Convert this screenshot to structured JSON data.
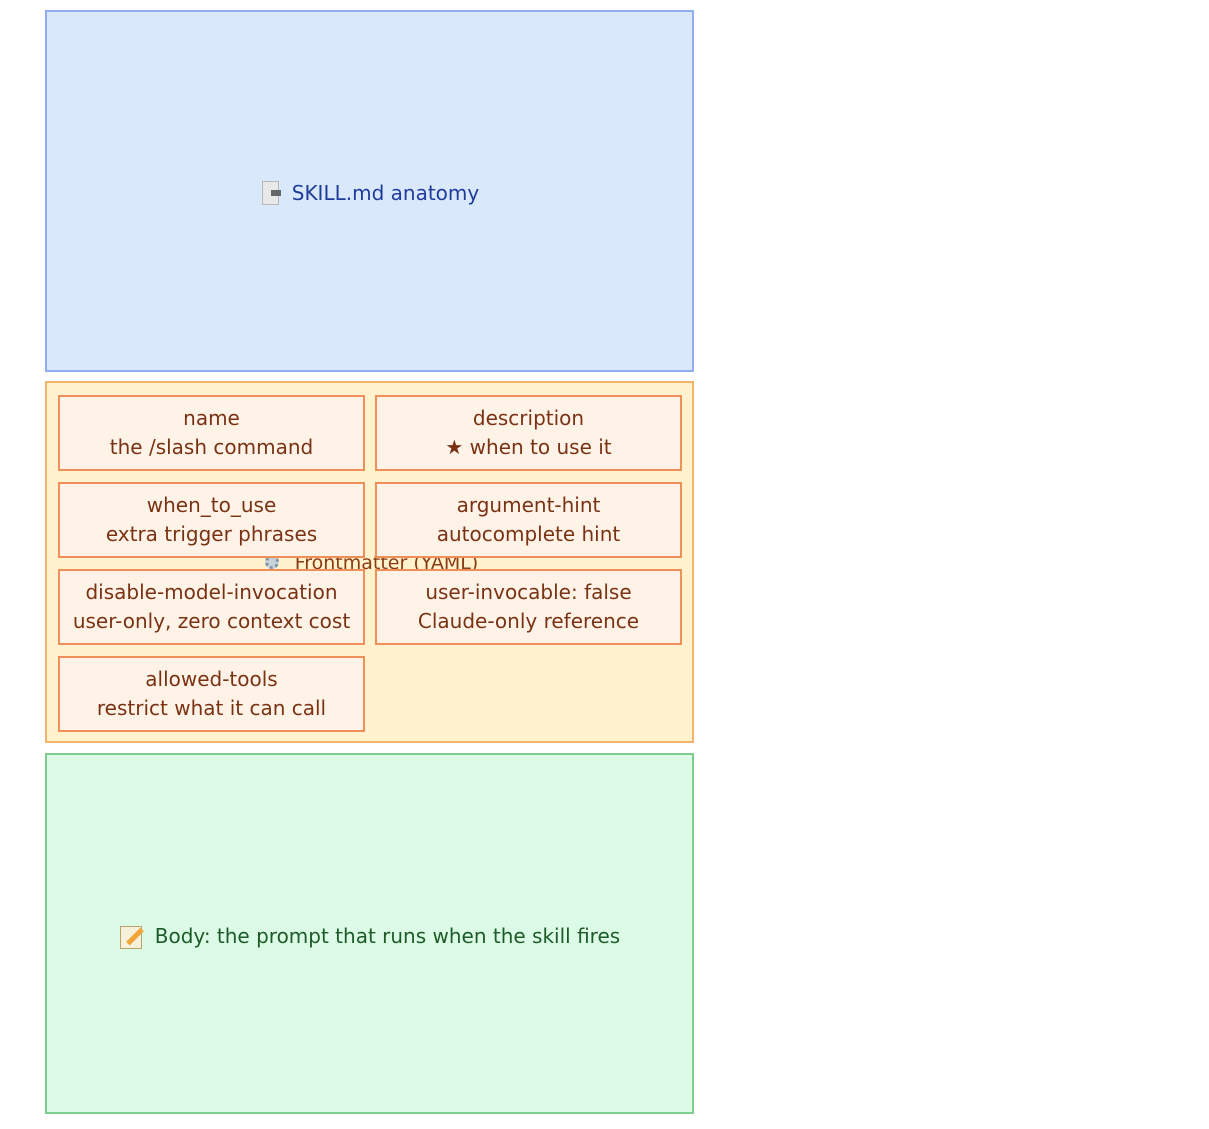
{
  "diagram": {
    "title": "SKILL.md anatomy",
    "frontmatter_label": "Frontmatter (YAML)",
    "body_label": "Body: the prompt that runs when the skill fires",
    "fields": [
      {
        "key": "name",
        "desc": "the /slash command"
      },
      {
        "key": "description",
        "desc": "★ when to use it"
      },
      {
        "key": "when_to_use",
        "desc": "extra trigger phrases"
      },
      {
        "key": "argument-hint",
        "desc": "autocomplete hint"
      },
      {
        "key": "disable-model-invocation",
        "desc": "user-only, zero context cost"
      },
      {
        "key": "user-invocable: false",
        "desc": "Claude-only reference"
      },
      {
        "key": "allowed-tools",
        "desc": "restrict what it can call"
      }
    ],
    "icons": {
      "title": "document-icon",
      "frontmatter": "gear-icon",
      "body": "memo-icon"
    },
    "colors": {
      "title_fill": "#dae8fc",
      "frontmatter_fill": "#fff2cc",
      "body_fill": "#dbfbe6",
      "field_stroke": "#f08f5a"
    }
  }
}
